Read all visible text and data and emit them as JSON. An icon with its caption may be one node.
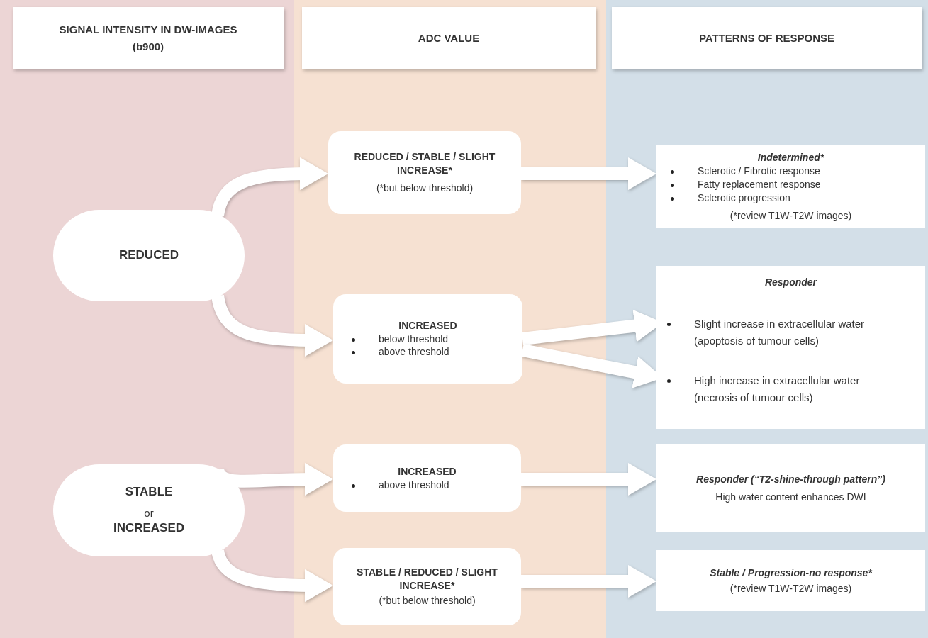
{
  "diagram": {
    "nodes": [
      {
        "text": [
          "SIGNAL INTENSITY IN DW-IMAGES (b900)"
        ]
      },
      {
        "text": [
          "ADC VALUE"
        ]
      },
      {
        "text": [
          "PATTERNS OF RESPONSE"
        ]
      },
      {
        "text": [
          "REDUCED"
        ]
      },
      {
        "text": [
          "REDUCED / STABLE / SLIGHT INCREASE*",
          "(*but below threshold)"
        ]
      },
      {
        "text": [
          "Indetermined*",
          "Sclerotic / Fibrotic response",
          "Fatty replacement response",
          "Sclerotic progression",
          "(*review T1W-T2W images)"
        ]
      },
      {
        "text": [
          "INCREASED",
          "below threshold",
          "above threshold"
        ]
      },
      {
        "text": [
          "Responder"
        ]
      },
      {
        "text": [
          "Slight increase in extracellular water (apoptosis of tumour cells)"
        ],
        "in": 7
      },
      {
        "text": [
          "High increase in extracellular water (necrosis of tumour cells)"
        ],
        "in": 7
      },
      {
        "text": [
          "STABLE",
          "or",
          "INCREASED"
        ]
      },
      {
        "text": [
          "INCREASED",
          "above threshold"
        ]
      },
      {
        "text": [
          "Responder (“T2-shine-through pattern”)",
          "High water content enhances DWI"
        ]
      },
      {
        "text": [
          "STABLE / REDUCED / SLIGHT INCREASE*",
          "(*but below threshold)"
        ]
      },
      {
        "text": [
          "Stable / Progression-no response*",
          "(*review T1W-T2W images)"
        ]
      }
    ],
    "edges": [
      {
        "from": 3,
        "to": 4,
        "arrow": "to"
      },
      {
        "from": 3,
        "to": 6,
        "arrow": "to"
      },
      {
        "from": 4,
        "to": 5,
        "arrow": "to"
      },
      {
        "from": 6,
        "to": 8,
        "arrow": "to"
      },
      {
        "from": 6,
        "to": 9,
        "arrow": "to"
      },
      {
        "from": 10,
        "to": 11,
        "arrow": "to"
      },
      {
        "from": 10,
        "to": 13,
        "arrow": "to"
      },
      {
        "from": 11,
        "to": 12,
        "arrow": "to"
      },
      {
        "from": 13,
        "to": 14,
        "arrow": "to"
      }
    ]
  }
}
